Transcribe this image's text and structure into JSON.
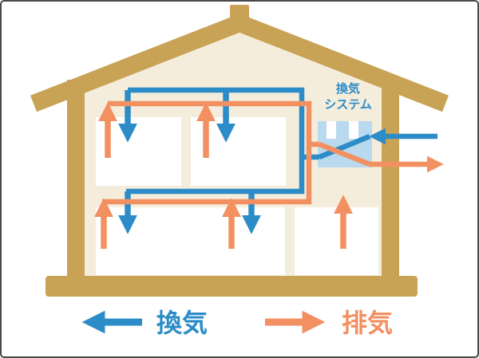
{
  "diagram": {
    "unit_label": {
      "lines": [
        "換気",
        "システム"
      ]
    },
    "legend": {
      "items": [
        {
          "label": "換気",
          "direction": "left"
        },
        {
          "label": "排気",
          "direction": "right"
        }
      ]
    },
    "colors": {
      "supply": "#2C8CC8",
      "exhaust": "#F29061",
      "house": "#C9A355",
      "interior": "#F5EDDB",
      "room": "#FFFFFF",
      "exchanger": "#B8D9EE",
      "frame": "#4A4A4A",
      "background": "#FFFFFF"
    }
  }
}
